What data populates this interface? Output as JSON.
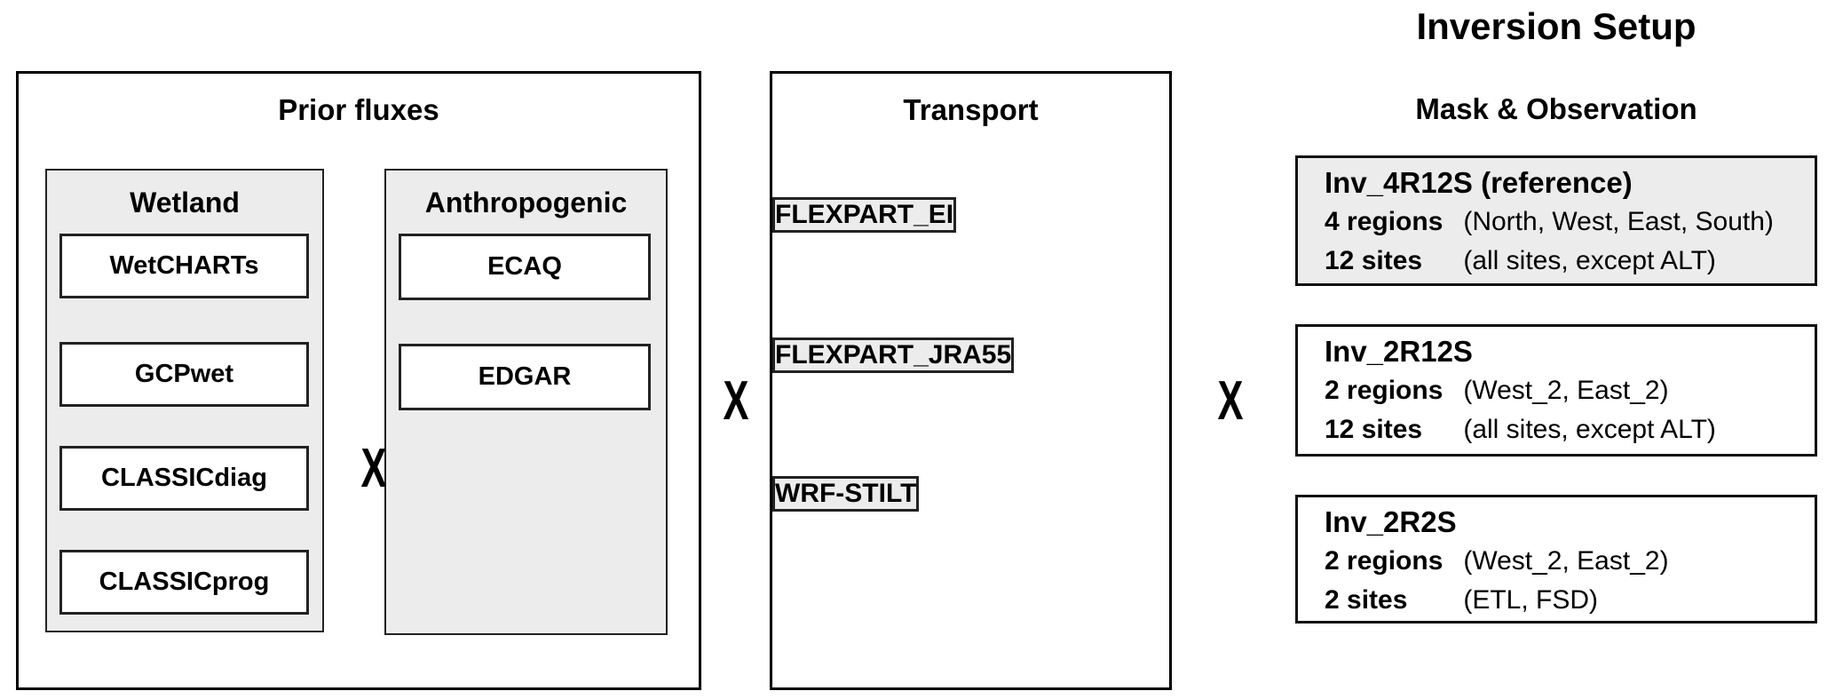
{
  "titles": {
    "inversion_setup": "Inversion Setup",
    "mask_observation": "Mask & Observation",
    "prior_fluxes": "Prior fluxes",
    "transport": "Transport",
    "wetland": "Wetland",
    "anthropogenic": "Anthropogenic"
  },
  "multiply_symbol": "X",
  "wetland_models": [
    "WetCHARTs",
    "GCPwet",
    "CLASSICdiag",
    "CLASSICprog"
  ],
  "anthropogenic_models": [
    "ECAQ",
    "EDGAR"
  ],
  "transport_models": [
    "FLEXPART_EI",
    "FLEXPART_JRA55",
    "WRF-STILT"
  ],
  "inversions": [
    {
      "name": "Inv_4R12S (reference)",
      "regions_label": "4 regions",
      "regions_desc": "(North, West, East, South)",
      "sites_label": "12 sites",
      "sites_desc": "(all sites, except ALT)"
    },
    {
      "name": "Inv_2R12S",
      "regions_label": "2 regions",
      "regions_desc": "(West_2, East_2)",
      "sites_label": "12 sites",
      "sites_desc": "(all sites, except ALT)"
    },
    {
      "name": "Inv_2R2S",
      "regions_label": "2 regions",
      "regions_desc": "(West_2, East_2)",
      "sites_label": "2 sites",
      "sites_desc": "(ETL, FSD)"
    }
  ],
  "colors": {
    "box_fill_gray": "#ececec",
    "border": "#000000",
    "background": "#ffffff"
  }
}
